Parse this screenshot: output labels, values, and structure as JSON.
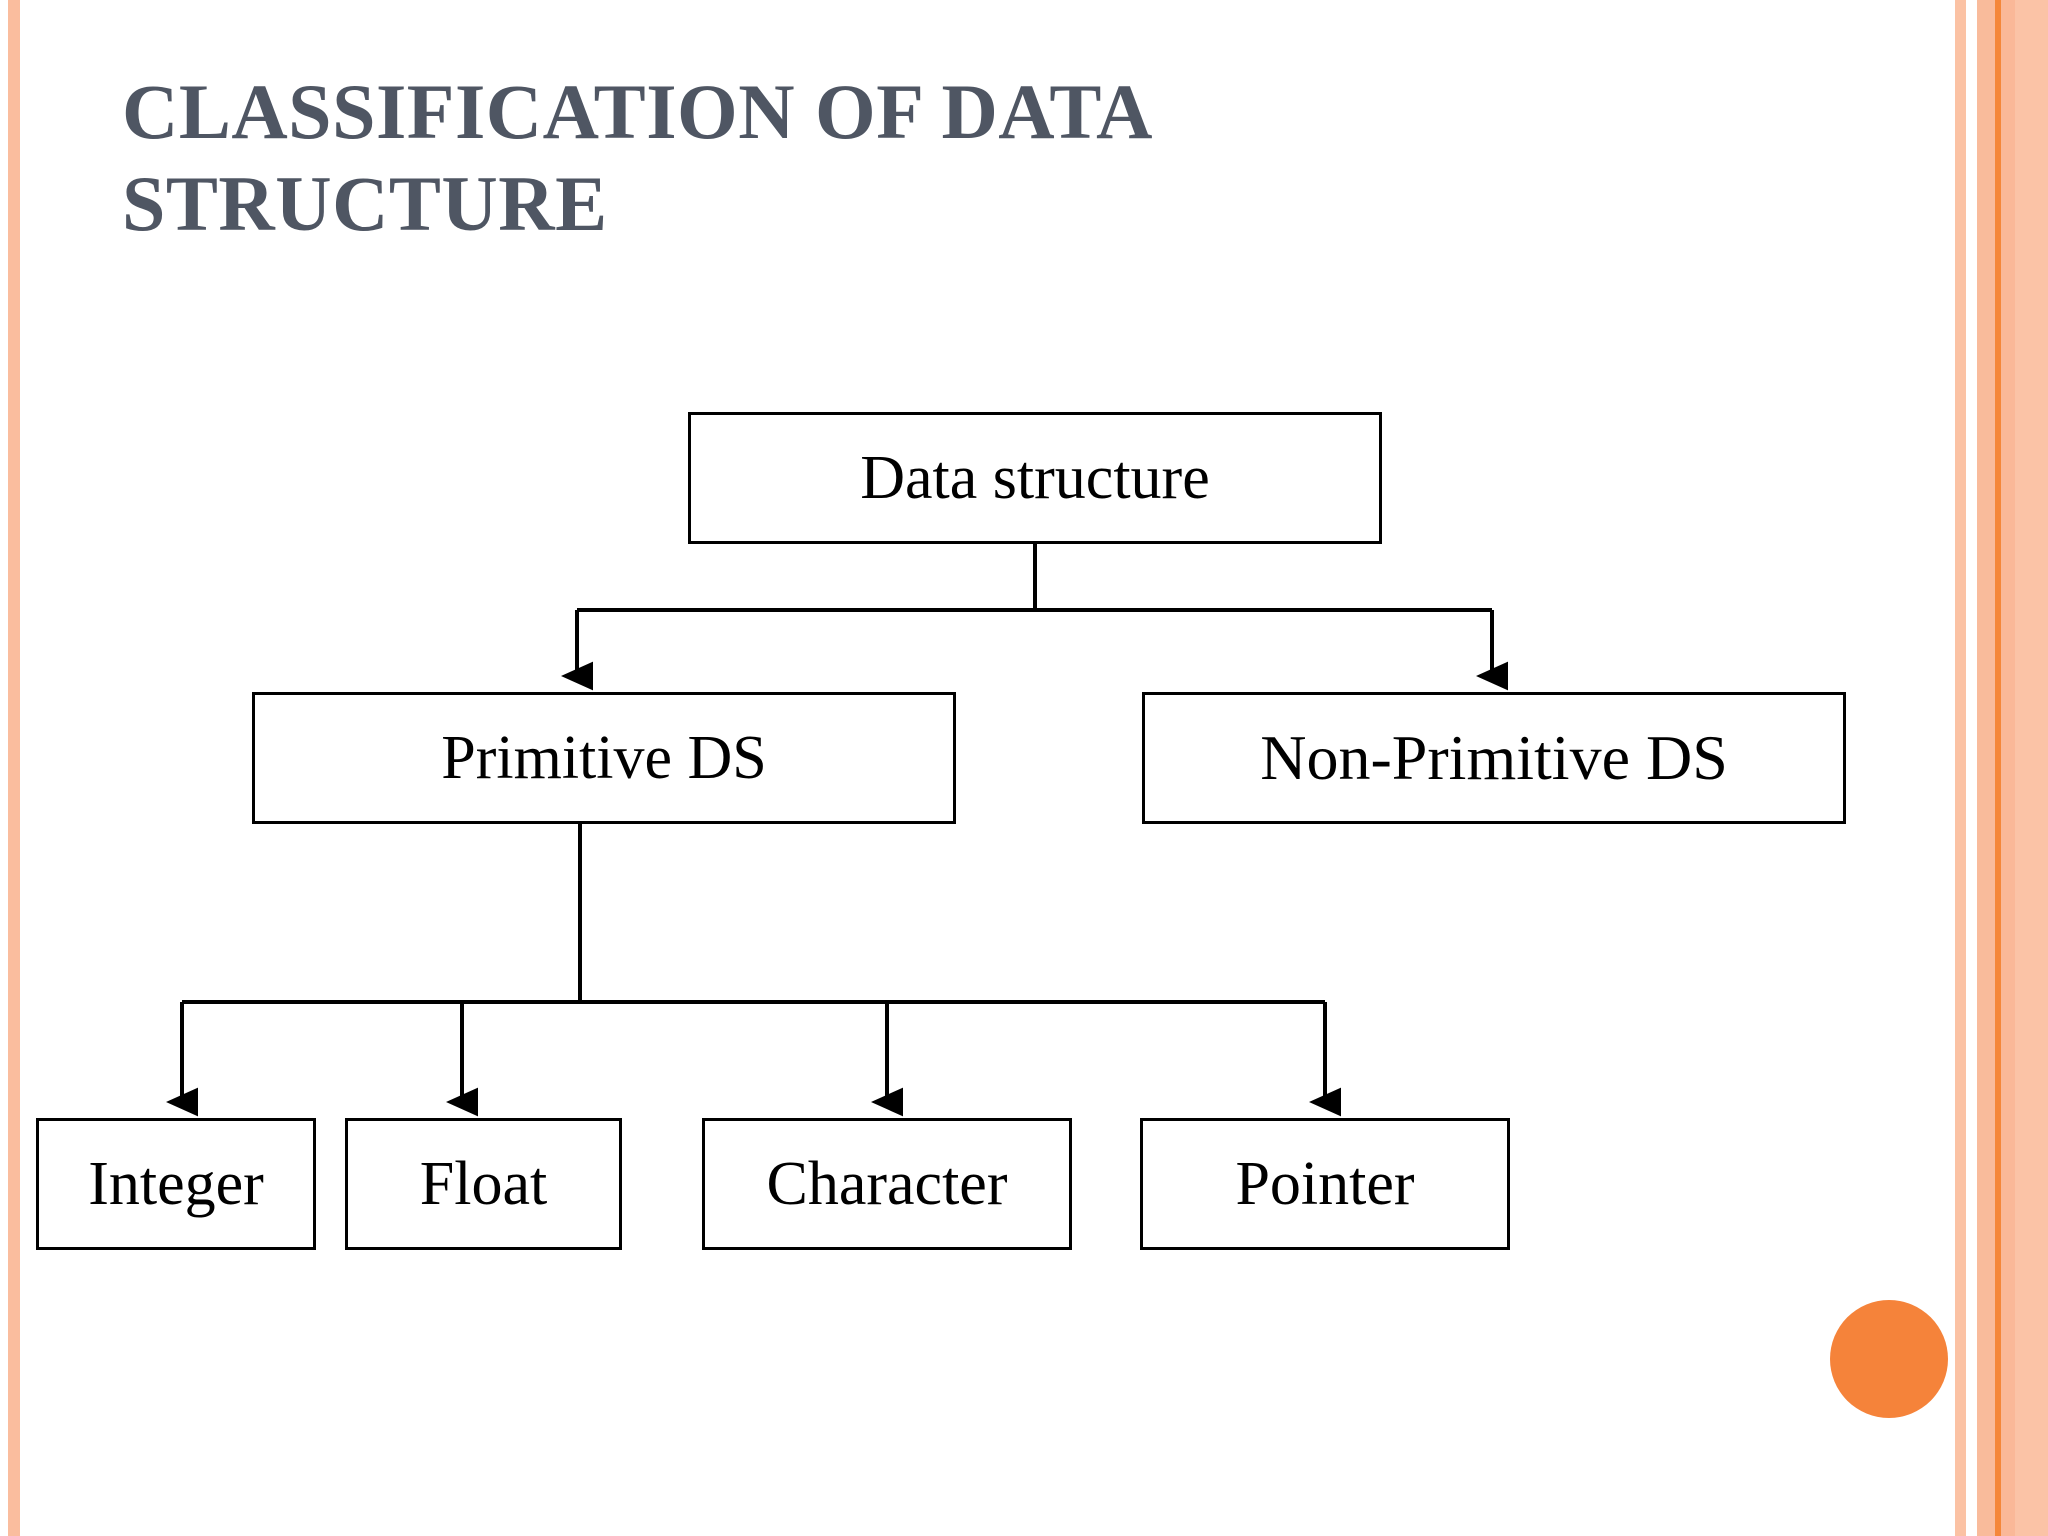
{
  "slide": {
    "title": "CLASSIFICATION OF DATA\nSTRUCTURE",
    "background_color": "#ffffff",
    "title_color": "#4f5663"
  },
  "decoration": {
    "left_stripe_color": "#fabd9e",
    "right_thin_stripe_color": "#fbc2a4",
    "right_band_color": "#f9bb9b",
    "right_accent_line_color": "#f5873a",
    "right_band2_color": "#fab898",
    "right_band3_color": "#fbc3a6",
    "orange_dot_color": "#f5833a"
  },
  "diagram": {
    "type": "tree",
    "line_color": "#000000",
    "node_fill": "#ffffff",
    "nodes": {
      "root": {
        "label": "Data structure"
      },
      "level2": [
        {
          "label": "Primitive DS"
        },
        {
          "label": "Non-Primitive DS"
        }
      ],
      "level3": [
        {
          "label": "Integer"
        },
        {
          "label": "Float"
        },
        {
          "label": "Character"
        },
        {
          "label": "Pointer"
        }
      ]
    },
    "edges": [
      {
        "from": "Data structure",
        "to": "Primitive DS",
        "arrow": true
      },
      {
        "from": "Data structure",
        "to": "Non-Primitive DS",
        "arrow": true
      },
      {
        "from": "Primitive DS",
        "to": "Integer",
        "arrow": true
      },
      {
        "from": "Primitive DS",
        "to": "Float",
        "arrow": true
      },
      {
        "from": "Primitive DS",
        "to": "Character",
        "arrow": true
      },
      {
        "from": "Primitive DS",
        "to": "Pointer",
        "arrow": true
      }
    ]
  }
}
